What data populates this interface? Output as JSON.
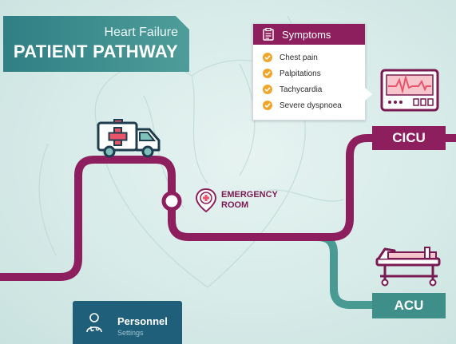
{
  "title": {
    "subtitle": "Heart Failure",
    "main": "PATIENT PATHWAY"
  },
  "symptoms": {
    "title": "Symptoms",
    "items": [
      "Chest pain",
      "Palpitations",
      "Tachycardia",
      "Severe dyspnoea"
    ]
  },
  "stations": {
    "cicu": "CICU",
    "acu": "ACU",
    "emergency_room": {
      "line1": "EMERGENCY",
      "line2": "ROOM"
    }
  },
  "personnel": {
    "title": "Personnel",
    "subtitle": "Settings"
  },
  "colors": {
    "primary_path": "#8e1f5e",
    "secondary_path": "#4a9a94",
    "banner_teal": "#2f7f84",
    "check_orange": "#f0a52a",
    "personnel_navy": "#1f5f7a",
    "screen_red": "#e8556a"
  },
  "icons": [
    "ambulance-icon",
    "monitor-icon",
    "hospital-bed-icon",
    "location-pin-icon",
    "clipboard-icon",
    "doctor-icon",
    "check-icon"
  ]
}
